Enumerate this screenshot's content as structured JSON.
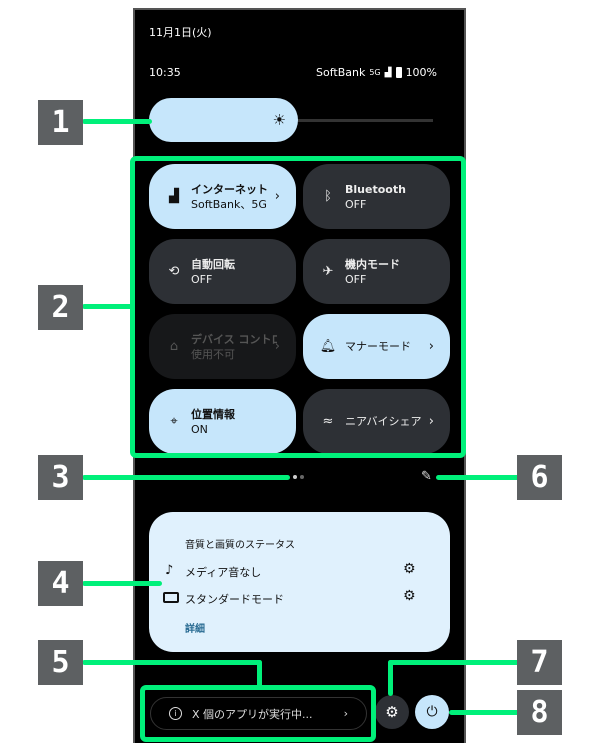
{
  "status": {
    "date": "11月1日(火)",
    "time": "10:35",
    "carrier": "SoftBank",
    "network": "5G",
    "battery": "100%"
  },
  "brightness": {
    "level": 0.53
  },
  "tiles": [
    {
      "title": "インターネット",
      "sub": "SoftBank、5G",
      "state": "on",
      "icon": "signal-icon",
      "chevron": true
    },
    {
      "title": "Bluetooth",
      "sub": "OFF",
      "state": "off",
      "icon": "bluetooth-icon",
      "chevron": false
    },
    {
      "title": "自動回転",
      "sub": "OFF",
      "state": "off",
      "icon": "rotate-icon",
      "chevron": false
    },
    {
      "title": "機内モード",
      "sub": "OFF",
      "state": "off",
      "icon": "airplane-icon",
      "chevron": false
    },
    {
      "title": "デバイス コントロール",
      "sub": "使用不可",
      "state": "dis",
      "icon": "home-icon",
      "chevron": true
    },
    {
      "title": "マナーモード",
      "sub": "",
      "state": "on",
      "icon": "bell-icon",
      "chevron": true
    },
    {
      "title": "位置情報",
      "sub": "ON",
      "state": "on",
      "icon": "location-icon",
      "chevron": false
    },
    {
      "title": "ニアバイシェア",
      "sub": "",
      "state": "off",
      "icon": "nearby-share-icon",
      "chevron": true
    }
  ],
  "media": {
    "title": "音質と画質のステータス",
    "rows": [
      {
        "label": "メディア音なし"
      },
      {
        "label": "スタンダードモード"
      }
    ],
    "link": "詳細"
  },
  "footer": {
    "apps_running": "X 個のアプリが実行中..."
  },
  "callouts": [
    "1",
    "2",
    "3",
    "4",
    "5",
    "6",
    "7",
    "8"
  ],
  "colors": {
    "accent": "#00f07a",
    "tile_on": "#c6e6fb",
    "tile_off": "#2d3035"
  }
}
